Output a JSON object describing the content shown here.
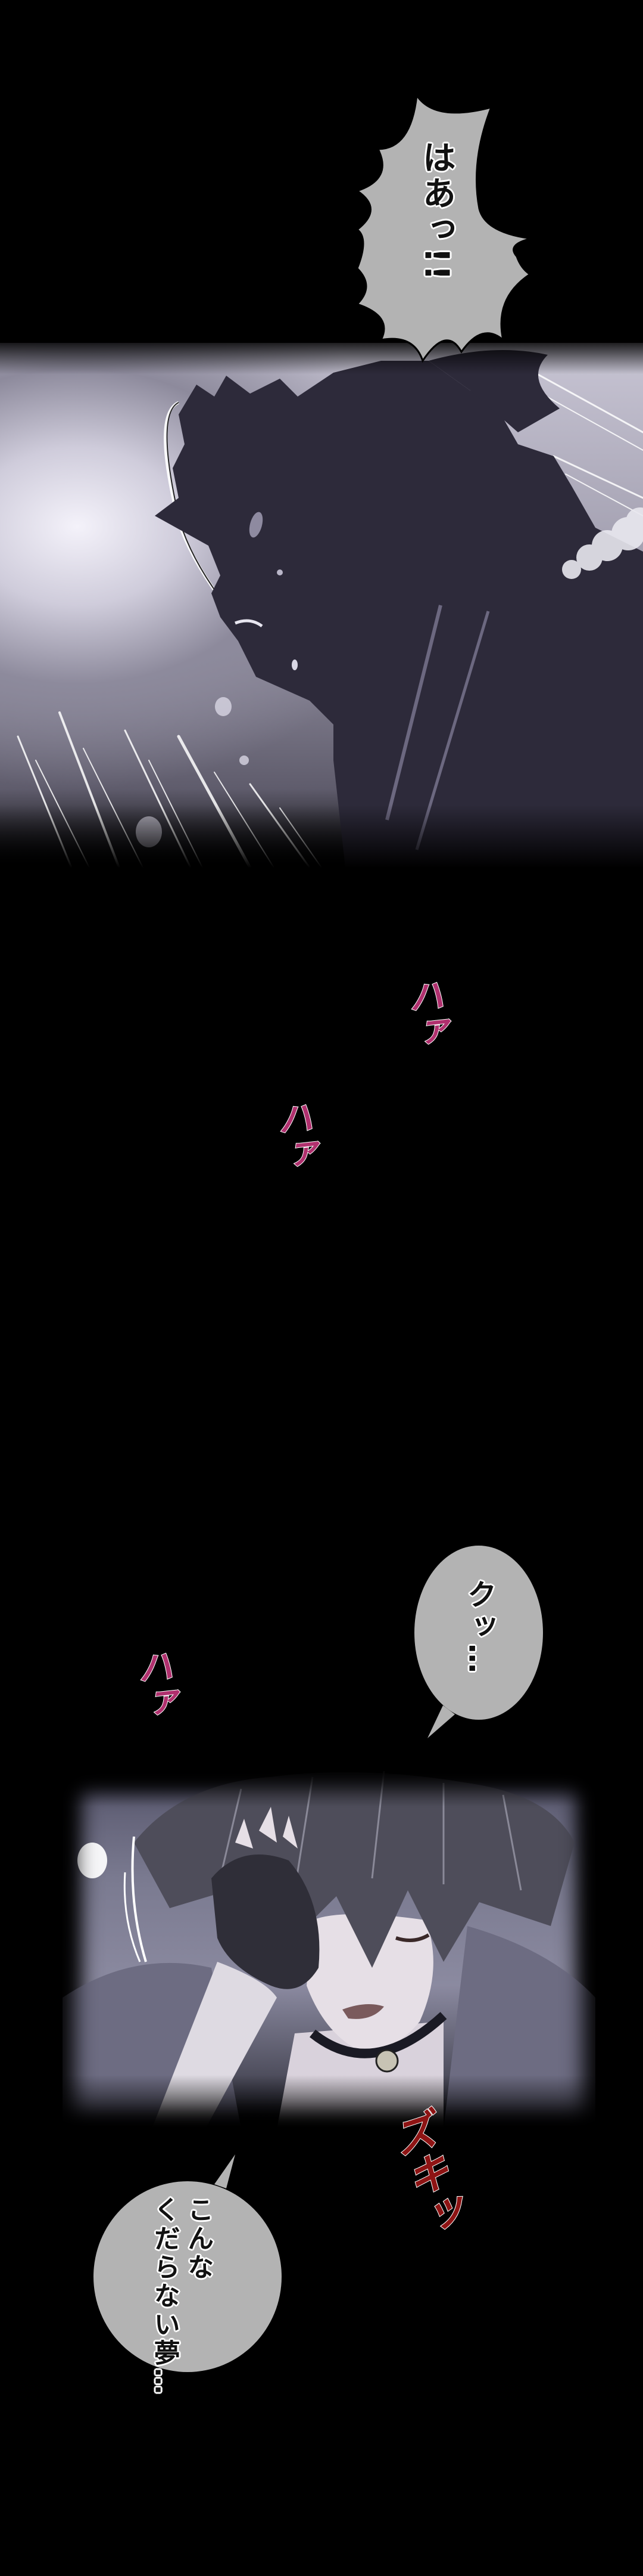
{
  "page": {
    "type": "vertical manga page",
    "background": "#000000"
  },
  "bubbles": [
    {
      "id": "gasp",
      "text": "はあっ!!",
      "style": "spiky",
      "fill": "#b3b3b3"
    },
    {
      "id": "ku",
      "text": "クッ…",
      "style": "oval",
      "fill": "#b3b3b3"
    },
    {
      "id": "dream",
      "line1": "こんな",
      "line2": "くだらない夢…",
      "style": "oval",
      "fill": "#b3b3b3"
    }
  ],
  "sfx": [
    {
      "id": "haa-1",
      "text": "ハァ",
      "color": "#b0306e"
    },
    {
      "id": "haa-2",
      "text": "ハァ",
      "color": "#b0306e"
    },
    {
      "id": "haa-3",
      "text": "ハァ",
      "color": "#b0306e"
    },
    {
      "id": "zuki",
      "text": "ズキッ",
      "color": "#8e1414"
    }
  ],
  "panels": [
    {
      "id": "panel-1",
      "description": "silhouette of character waking with a gasp, speed lines, breath"
    },
    {
      "id": "panel-2",
      "description": "character with hand on forehead, eyes closed, wearing choker"
    }
  ],
  "colors": {
    "bubble_fill": "#b3b3b3",
    "text": "#111111",
    "text_outline": "#ffffff",
    "sfx_pink": "#b0306e",
    "sfx_red": "#8e1414",
    "silhouette": "#2b2838"
  }
}
